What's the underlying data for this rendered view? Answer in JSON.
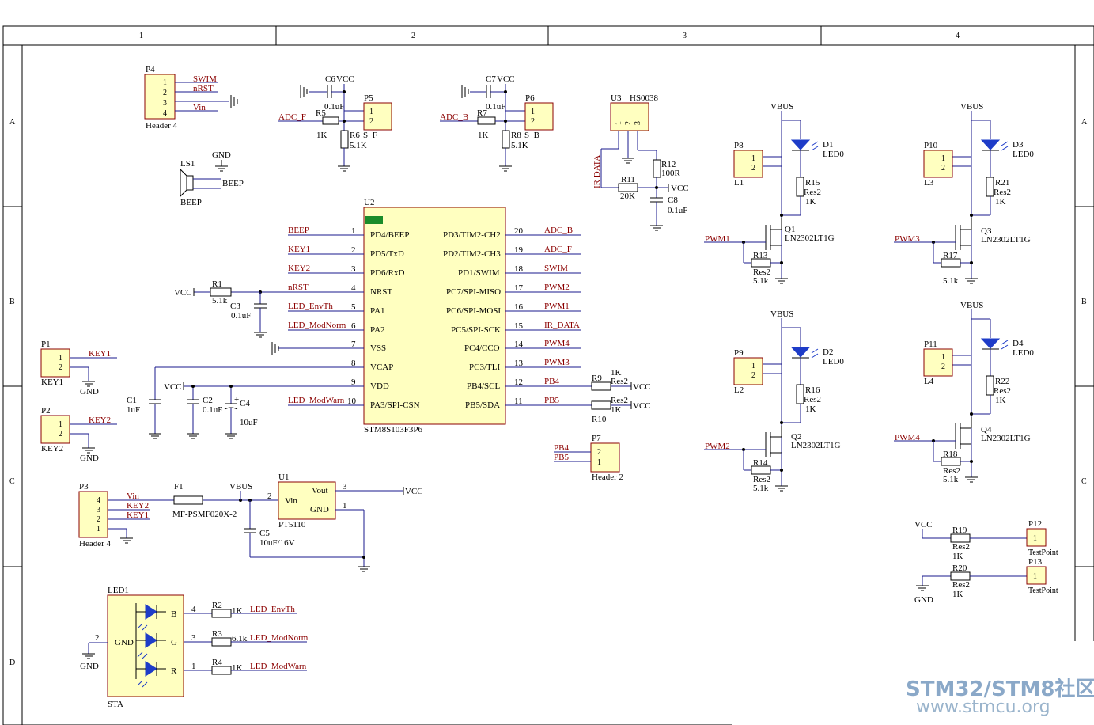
{
  "frame": {
    "columns": [
      "1",
      "2",
      "3",
      "4"
    ],
    "rows": [
      "A",
      "B",
      "C",
      "D"
    ]
  },
  "labels": {
    "p4": "P4",
    "p4_name": "Header 4",
    "swim": "SWIM",
    "nrst": "nRST",
    "vin": "Vin",
    "pin1": "1",
    "pin2": "2",
    "pin3": "3",
    "pin4": "4",
    "ls1": "LS1",
    "beep": "BEEP",
    "gnd": "GND",
    "c6": "C6",
    "c7": "C7",
    "vcc": "VCC",
    "c_01uf": "0.1uF",
    "p5": "P5",
    "p6": "P6",
    "adc_f": "ADC_F",
    "adc_b": "ADC_B",
    "r5": "R5",
    "r7": "R7",
    "r6": "R6",
    "r8": "R8",
    "k1": "1K",
    "k51": "5.1K",
    "s_f": "S_F",
    "s_b": "S_B",
    "u3": "U3",
    "hs0038": "HS0038",
    "ir_data": "IR DATA",
    "r12": "R12",
    "r100": "100R",
    "r11": "R11",
    "k20": "20K",
    "c8": "C8",
    "u2": "U2",
    "mcu": "STM8S103F3P6",
    "key1": "KEY1",
    "key2": "KEY2",
    "led_envth": "LED_EnvTh",
    "led_modnorm": "LED_ModNorm",
    "led_modwarn": "LED_ModWarn",
    "pd4": "PD4/BEEP",
    "pd5": "PD5/TxD",
    "pd6": "PD6/RxD",
    "nrst_pin": "NRST",
    "pa1": "PA1",
    "pa2": "PA2",
    "vss": "VSS",
    "vcap": "VCAP",
    "vdd": "VDD",
    "pa3": "PA3/SPI-CSN",
    "pd3": "PD3/TIM2-CH2",
    "pd2": "PD2/TIM2-CH3",
    "pd1": "PD1/SWIM",
    "pc7": "PC7/SPI-MISO",
    "pc6": "PC6/SPI-MOSI",
    "pc5": "PC5/SPI-SCK",
    "pc4": "PC4/CCO",
    "pc3": "PC3/TLI",
    "pb4": "PB4/SCL",
    "pb5": "PB5/SDA",
    "n5": "5",
    "n6": "6",
    "n7": "7",
    "n8": "8",
    "n9": "9",
    "n10": "10",
    "n11": "11",
    "n12": "12",
    "n13": "13",
    "n14": "14",
    "n15": "15",
    "n16": "16",
    "n17": "17",
    "n18": "18",
    "n19": "19",
    "n20": "20",
    "pwm1": "PWM1",
    "pwm2": "PWM2",
    "pwm3": "PWM3",
    "pwm4": "PWM4",
    "ir_data_net": "IR_DATA",
    "pb4_net": "PB4",
    "pb5_net": "PB5",
    "r1": "R1",
    "k51s": "5.1k",
    "c3": "C3",
    "c1": "C1",
    "c1uf": "1uF",
    "c2": "C2",
    "c4": "C4",
    "c10uf": "10uF",
    "r9": "R9",
    "r10": "R10",
    "res2": "Res2",
    "p7": "P7",
    "header2": "Header 2",
    "p1": "P1",
    "p2": "P2",
    "p3": "P3",
    "header4": "Header 4",
    "f1": "F1",
    "fuse": "MF-PSMF020X-2",
    "vbus": "VBUS",
    "u1": "U1",
    "vout": "Vout",
    "vin_pin": "Vin",
    "gnd_pin": "GND",
    "pt5110": "PT5110",
    "c5": "C5",
    "c5v": "10uF/16V",
    "led1": "LED1",
    "sta": "STA",
    "b": "B",
    "g": "G",
    "r": "R",
    "r2": "R2",
    "r3": "R3",
    "r4": "R4",
    "k61": "6.1k",
    "p8": "P8",
    "p9": "P9",
    "p10": "P10",
    "p11": "P11",
    "l1": "L1",
    "l2": "L2",
    "l3": "L3",
    "l4": "L4",
    "d1": "D1",
    "d2": "D2",
    "d3": "D3",
    "d4": "D4",
    "led0": "LED0",
    "r13": "R13",
    "r14": "R14",
    "r15": "R15",
    "r16": "R16",
    "r17": "R17",
    "r18": "R18",
    "r21": "R21",
    "r22": "R22",
    "q1": "Q1",
    "q2": "Q2",
    "q3": "Q3",
    "q4": "Q4",
    "mos": "LN2302LT1G",
    "k51l": "5.1k",
    "r19": "R19",
    "r20": "R20",
    "p12": "P12",
    "p13": "P13",
    "testpoint": "TestPoint"
  },
  "watermark": {
    "line1": "STM32/STM8社区",
    "line2": "www.stmcu.org"
  }
}
